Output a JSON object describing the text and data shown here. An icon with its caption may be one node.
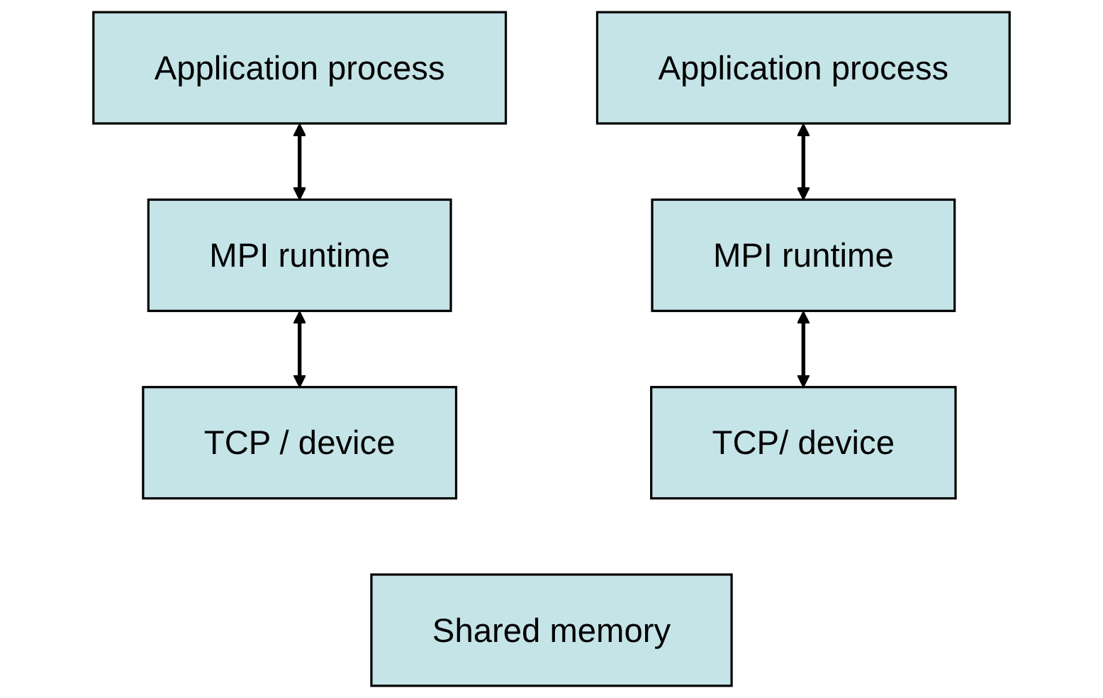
{
  "diagram": {
    "nodes": [
      {
        "text": [
          "Application process"
        ]
      },
      {
        "text": [
          "Application process"
        ]
      },
      {
        "text": [
          "MPI runtime"
        ]
      },
      {
        "text": [
          "MPI runtime"
        ]
      },
      {
        "text": [
          "TCP / device"
        ]
      },
      {
        "text": [
          "TCP/ device"
        ]
      },
      {
        "text": [
          "Shared memory"
        ]
      }
    ],
    "edges": [
      {
        "from": 0,
        "to": 2,
        "arrow": "both"
      },
      {
        "from": 2,
        "to": 4,
        "arrow": "both"
      },
      {
        "from": 1,
        "to": 3,
        "arrow": "both"
      },
      {
        "from": 3,
        "to": 5,
        "arrow": "both"
      }
    ]
  }
}
